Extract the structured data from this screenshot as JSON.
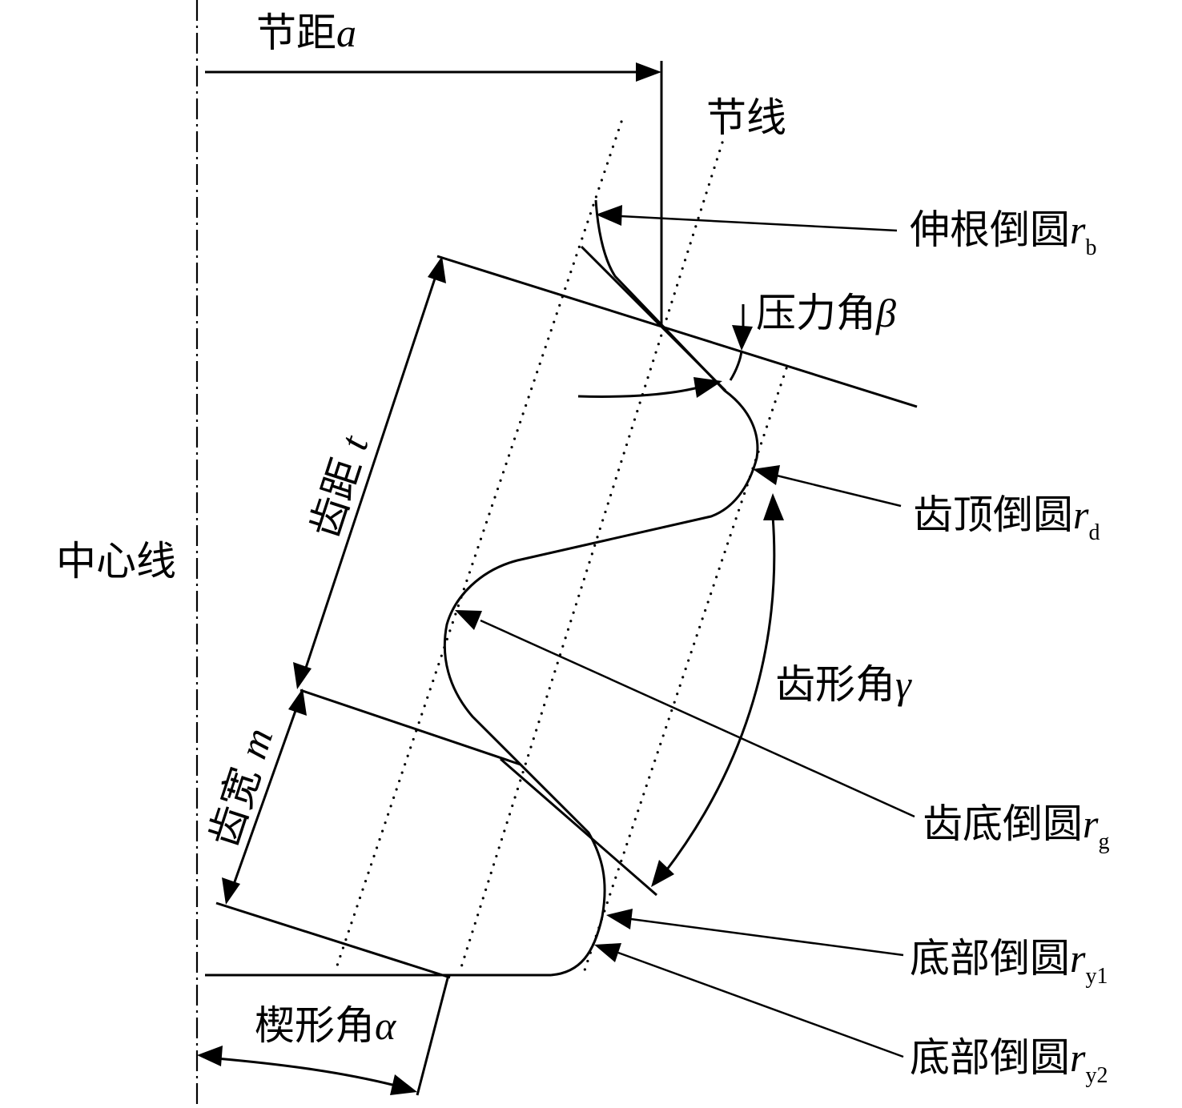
{
  "labels": {
    "pitch_a": {
      "text": "节距",
      "symbol": "a"
    },
    "pitch_line": {
      "text": "节线"
    },
    "root_fillet_rb": {
      "text": "伸根倒圆",
      "symbol": "r",
      "sub": "b"
    },
    "pressure_angle": {
      "text": "压力角",
      "symbol": "β"
    },
    "tooth_pitch_t": {
      "text": "齿距 ",
      "symbol": "t"
    },
    "tip_fillet_rd": {
      "text": "齿顶倒圆",
      "symbol": "r",
      "sub": "d"
    },
    "center_line": {
      "text": "中心线"
    },
    "tooth_angle": {
      "text": "齿形角",
      "symbol": "γ"
    },
    "tooth_width_m": {
      "text": "齿宽 ",
      "symbol": "m"
    },
    "bottom_fillet_rg": {
      "text": "齿底倒圆",
      "symbol": "r",
      "sub": "g"
    },
    "base_fillet_ry1": {
      "text": "底部倒圆",
      "symbol": "r",
      "sub": "y1"
    },
    "base_fillet_ry2": {
      "text": "底部倒圆",
      "symbol": "r",
      "sub": "y2"
    },
    "wedge_angle": {
      "text": "楔形角",
      "symbol": "α"
    }
  }
}
